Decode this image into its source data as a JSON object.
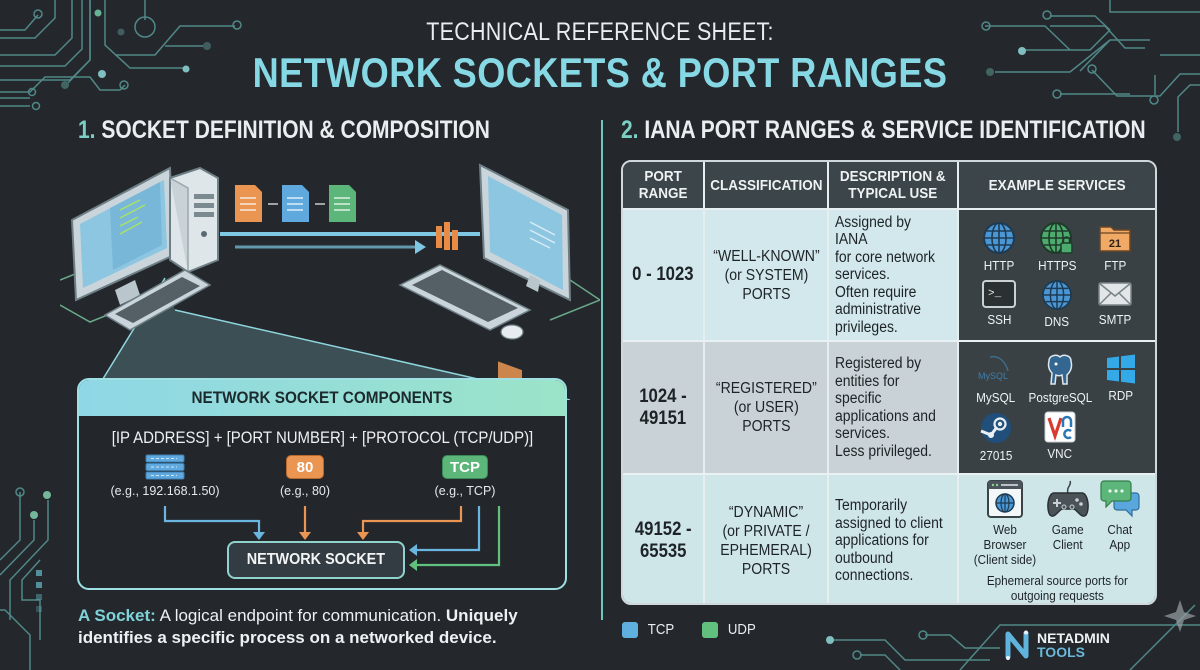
{
  "header": {
    "subtitle": "TECHNICAL REFERENCE SHEET:",
    "title": "NETWORK SOCKETS & PORT RANGES"
  },
  "section1": {
    "number": "1.",
    "heading": "SOCKET DEFINITION & COMPOSITION",
    "components_box": {
      "title": "NETWORK SOCKET COMPONENTS",
      "formula": "[IP ADDRESS]   +  [PORT NUMBER] + [PROTOCOL (TCP/UDP)]",
      "ip_example": "(e.g., 192.168.1.50)",
      "port_badge": "80",
      "port_example": "(e.g., 80)",
      "protocol_badge": "TCP",
      "protocol_example": "(e.g., TCP)",
      "result_label": "NETWORK SOCKET"
    },
    "caption": {
      "lead": "A Socket:",
      "body": " A logical endpoint for communication. ",
      "bold": "Uniquely identifies a specific process on a networked device."
    }
  },
  "section2": {
    "number": "2.",
    "heading": "IANA PORT RANGES & SERVICE IDENTIFICATION",
    "table": {
      "headers": [
        "PORT\nRANGE",
        "CLASSIFICATION",
        "DESCRIPTION &\nTYPICAL USE",
        "EXAMPLE SERVICES"
      ],
      "rows": [
        {
          "range": "0 - 1023",
          "classification": "“WELL-KNOWN”\n(or SYSTEM)\nPORTS",
          "description": "Assigned by IANA\nfor core network\nservices.\nOften require\nadministrative\nprivileges.",
          "services": [
            {
              "label": "HTTP",
              "icon": "globe-icon"
            },
            {
              "label": "HTTPS",
              "icon": "secure-globe-icon"
            },
            {
              "label": "FTP",
              "icon": "folder-icon",
              "badge": "21"
            },
            {
              "label": "SSH",
              "icon": "terminal-icon",
              "glyph": ">_"
            },
            {
              "label": "DNS",
              "icon": "globe-icon"
            },
            {
              "label": "SMTP",
              "icon": "envelope-icon"
            }
          ]
        },
        {
          "range": "1024 -\n49151",
          "classification": "“REGISTERED”\n(or USER)\nPORTS",
          "description": "Registered by\nentities for specific\napplications and\nservices.\nLess privileged.",
          "services": [
            {
              "label": "MySQL",
              "icon": "mysql-icon",
              "logo_text": "MySQL"
            },
            {
              "label": "PostgreSQL",
              "icon": "postgresql-elephant-icon"
            },
            {
              "label": "RDP",
              "icon": "windows-icon"
            },
            {
              "label": "27015",
              "icon": "steam-icon"
            },
            {
              "label": "VNC",
              "icon": "vnc-icon"
            }
          ]
        },
        {
          "range": "49152 -\n65535",
          "classification": "“DYNAMIC”\n(or PRIVATE /\nEPHEMERAL)\nPORTS",
          "description": "Temporarily\nassigned to client\napplications for\noutbound\nconnections.",
          "services": [
            {
              "label": "Web Browser\n(Client side)",
              "icon": "web-browser-icon"
            },
            {
              "label": "Game\nClient",
              "icon": "gamepad-icon"
            },
            {
              "label": "Chat\nApp",
              "icon": "chat-bubbles-icon"
            }
          ],
          "note": "Ephemeral source ports for\noutgoing requests"
        }
      ]
    }
  },
  "legend": [
    {
      "label": "TCP",
      "color": "#5fb0de"
    },
    {
      "label": "UDP",
      "color": "#62c07f"
    }
  ],
  "logo": {
    "line1": "NETADMIN",
    "line2": "TOOLS"
  },
  "colors": {
    "background": "#24282d",
    "accent_cyan": "#86d8e4",
    "accent_teal": "#7ccfc4",
    "tcp_blue": "#5fb0de",
    "udp_green": "#62c07f",
    "port_orange": "#ea9552"
  }
}
